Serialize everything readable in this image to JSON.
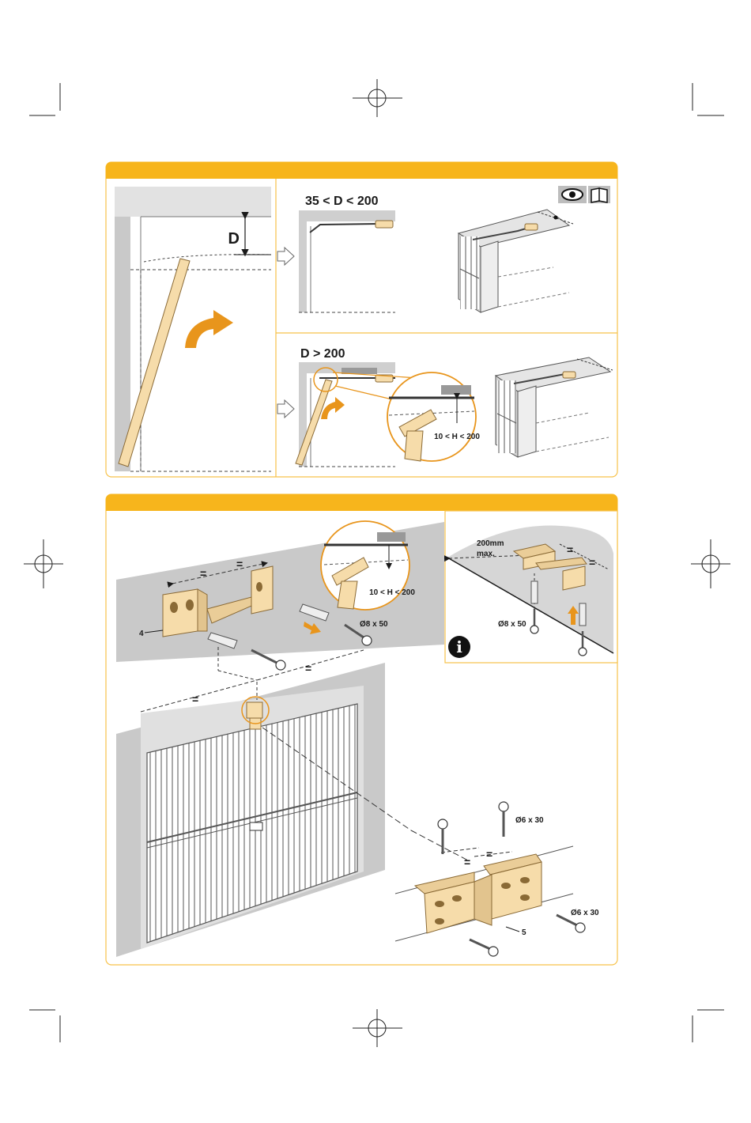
{
  "colors": {
    "panel_header": "#f7b51c",
    "panel_border": "#f7c24a",
    "wood_fill": "#f6dcaa",
    "wood_stroke": "#8a6a36",
    "arrow_orange": "#e8951c",
    "wall_grey": "#c9c9c9",
    "wall_light": "#e2e2e2",
    "line_dark": "#1a1a1a",
    "info_black": "#111111"
  },
  "icons": {
    "eye_book": "eye-book-icon",
    "info": "info-icon"
  },
  "step1": {
    "left_label_d": "D",
    "case_small": {
      "title": "35 < D < 200"
    },
    "case_large": {
      "title": "D > 200",
      "detail_label": "10 < H < 200"
    }
  },
  "step2": {
    "detail_label": "10 < H < 200",
    "equal_sign": "=",
    "part_4": "4",
    "part_5": "5",
    "wall_screw": "Ø8 x 50",
    "door_screw_top": "Ø6 x 30",
    "door_screw_side": "Ø6 x 30",
    "inset": {
      "max_distance_line1": "200mm",
      "max_distance_line2": "max.",
      "screw": "Ø8 x 50",
      "info_letter": "i"
    }
  }
}
